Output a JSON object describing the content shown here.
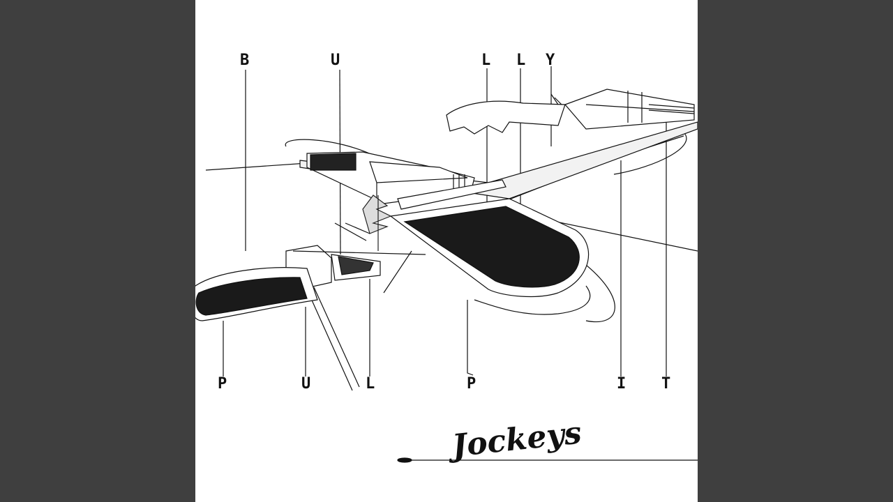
{
  "album_cover": {
    "title_top": {
      "letters": [
        "B",
        "U",
        "L",
        "L",
        "Y"
      ]
    },
    "title_bottom": {
      "letters": [
        "P",
        "U",
        "L",
        "P",
        "I",
        "T"
      ]
    },
    "brand_name": "Jockeys",
    "illustration": "architectural-drawing-icon"
  },
  "colors": {
    "background": "#3f3f3f",
    "cover": "#ffffff",
    "ink": "#111111",
    "pool": "#1a1a1a"
  }
}
